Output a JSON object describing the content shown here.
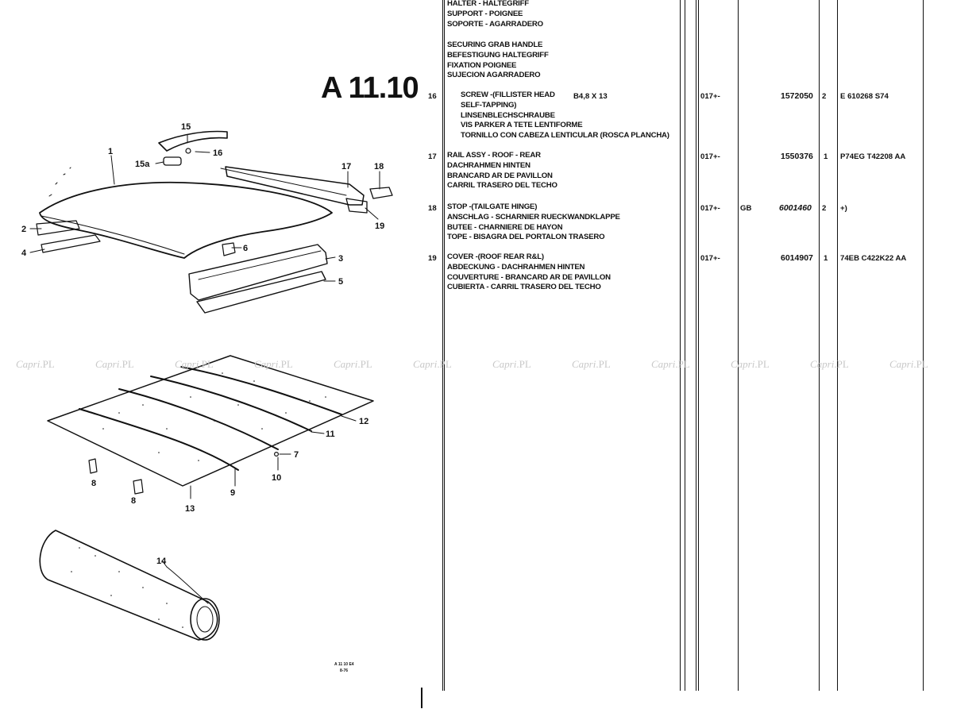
{
  "page": {
    "section_code": "A 11.10"
  },
  "diagram": {
    "callouts": [
      "1",
      "2",
      "3",
      "4",
      "5",
      "6",
      "7",
      "8",
      "9",
      "10",
      "11",
      "12",
      "13",
      "14",
      "15",
      "15a",
      "16",
      "17",
      "18",
      "19",
      "8"
    ],
    "ref_code_1": "A 11 10 E4",
    "ref_code_2": "8-76"
  },
  "header_block": {
    "lines": [
      "HALTER - HALTEGRIFF",
      "SUPPORT - POIGNEE",
      "SOPORTE - AGARRADERO"
    ]
  },
  "group_block": {
    "lines": [
      "SECURING GRAB HANDLE",
      "BEFESTIGUNG HALTEGRIFF",
      "FIXATION POIGNEE",
      "SUJECION AGARRADERO"
    ]
  },
  "items": [
    {
      "no": "16",
      "lines": [
        "SCREW -(FILLISTER HEAD",
        "SELF-TAPPING)",
        "LINSENBLECHSCHRAUBE",
        "VIS PARKER A TETE LENTIFORME",
        "TORNILLO CON CABEZA LENTICULAR (ROSCA PLANCHA)"
      ],
      "size": "B4,8 X 13",
      "model_code": "017+-",
      "condition": "",
      "part_no": "1572050",
      "qty": "2",
      "remark": "E 610268 S74"
    },
    {
      "no": "17",
      "lines": [
        "RAIL ASSY - ROOF - REAR",
        "DACHRAHMEN HINTEN",
        "BRANCARD AR DE PAVILLON",
        "CARRIL TRASERO DEL TECHO"
      ],
      "size": "",
      "model_code": "017+-",
      "condition": "",
      "part_no": "1550376",
      "qty": "1",
      "remark": "P74EG T42208 AA"
    },
    {
      "no": "18",
      "lines": [
        "STOP -(TAILGATE HINGE)",
        "ANSCHLAG - SCHARNIER RUECKWANDKLAPPE",
        "BUTEE - CHARNIERE DE HAYON",
        "TOPE - BISAGRA DEL PORTALON TRASERO"
      ],
      "size": "",
      "model_code": "017+-",
      "condition": "GB",
      "part_no": "6001460",
      "qty": "2",
      "remark": "+)"
    },
    {
      "no": "19",
      "lines": [
        "COVER -(ROOF REAR R&L)",
        "ABDECKUNG - DACHRAHMEN HINTEN",
        "COUVERTURE - BRANCARD AR DE PAVILLON",
        "CUBIERTA - CARRIL TRASERO DEL TECHO"
      ],
      "size": "",
      "model_code": "017+-",
      "condition": "",
      "part_no": "6014907",
      "qty": "1",
      "remark": "74EB C422K22 AA"
    }
  ],
  "watermark": {
    "script_text": "Capri",
    "suffix_text": ".PL"
  },
  "colors": {
    "ink": "#111111",
    "paper": "#ffffff",
    "watermark": "#c8c8c8"
  }
}
